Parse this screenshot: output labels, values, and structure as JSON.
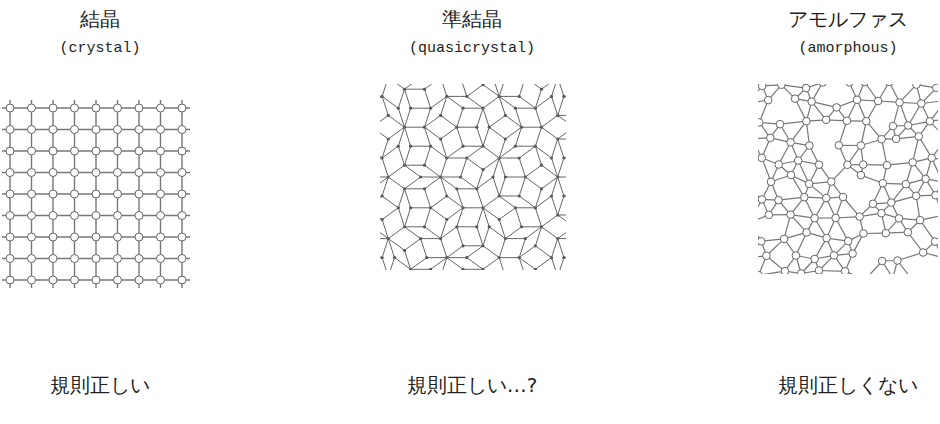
{
  "diagram": {
    "labels": [
      "結晶",
      "(crystal)",
      "準結晶",
      "(quasicrystal)",
      "アモルファス",
      "(amorphous)",
      "規則正しい",
      "規則正しい…?",
      "規則正しくない"
    ]
  }
}
